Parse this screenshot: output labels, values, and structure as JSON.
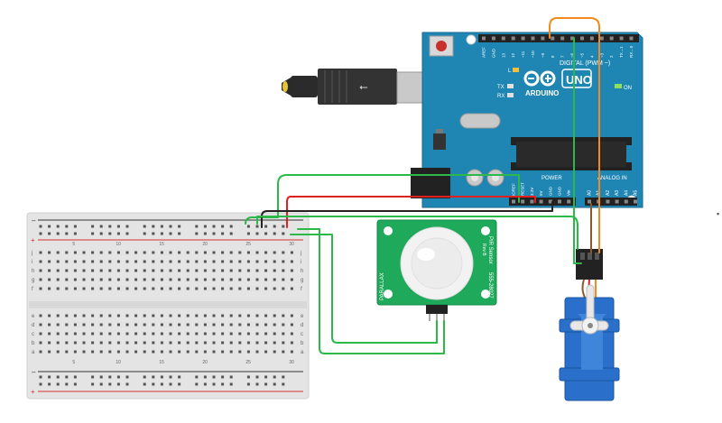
{
  "arduino": {
    "brand": "ARDUINO",
    "model": "UNO",
    "header_digital": "DIGITAL (PWM ~)",
    "header_analog": "ANALOG IN",
    "header_power": "POWER",
    "on_label": "ON",
    "led_l": "L",
    "led_tx": "TX",
    "led_rx": "RX",
    "digital_pins": [
      "AREF",
      "GND",
      "13",
      "12",
      "~11",
      "~10",
      "~9",
      "8",
      "7",
      "~6",
      "~5",
      "4",
      "~3",
      "2",
      "TX→1",
      "RX←0"
    ],
    "power_pins": [
      "IOREF",
      "RESET",
      "3.3V",
      "5V",
      "GND",
      "GND",
      "Vin"
    ],
    "analog_pins": [
      "A0",
      "A1",
      "A2",
      "A3",
      "A4",
      "A5"
    ]
  },
  "sensor": {
    "title": "PIR Sensor",
    "revision": "Rev B",
    "part_number": "555-28027",
    "brand": "PARALLAX"
  },
  "breadboard": {
    "column_numbers": [
      "5",
      "10",
      "15",
      "20",
      "25",
      "30"
    ],
    "row_letters_top": [
      "j",
      "i",
      "h",
      "g",
      "f"
    ],
    "row_letters_bottom": [
      "e",
      "d",
      "c",
      "b",
      "a"
    ]
  },
  "colors": {
    "board": "#1f86b4",
    "sensor_pcb": "#1fa95a",
    "servo": "#2a6fc9",
    "wire_green": "#2db84a",
    "wire_red": "#e0201f",
    "wire_black": "#222222",
    "wire_orange": "#f28a1e",
    "wire_brown": "#8a5a2e"
  }
}
